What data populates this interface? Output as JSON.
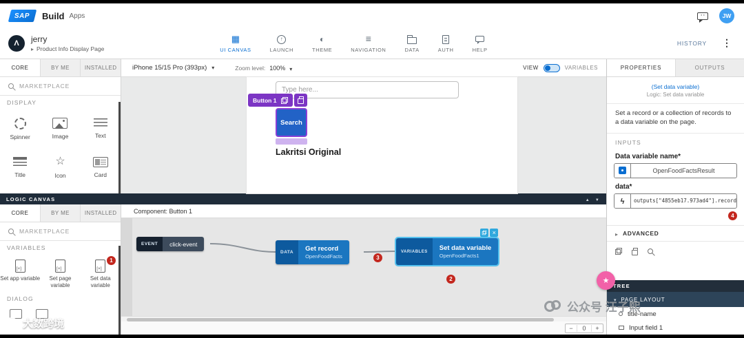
{
  "topbar": {
    "sap": "SAP",
    "build": "Build",
    "apps": "Apps",
    "avatar": "JW"
  },
  "header": {
    "project": "jerry",
    "breadcrumb": "Product Info Display Page",
    "nav": [
      {
        "label": "UI CANVAS"
      },
      {
        "label": "LAUNCH"
      },
      {
        "label": "THEME"
      },
      {
        "label": "NAVIGATION"
      },
      {
        "label": "DATA"
      },
      {
        "label": "AUTH"
      },
      {
        "label": "HELP"
      }
    ],
    "history": "HISTORY"
  },
  "palette": {
    "tabs": [
      "CORE",
      "BY ME",
      "INSTALLED"
    ],
    "search": "MARKETPLACE",
    "display_header": "DISPLAY",
    "components": [
      {
        "label": "Spinner"
      },
      {
        "label": "Image"
      },
      {
        "label": "Text"
      },
      {
        "label": "Title"
      },
      {
        "label": "Icon"
      },
      {
        "label": "Card"
      }
    ]
  },
  "logic_panel": {
    "header": "LOGIC CANVAS",
    "tabs": [
      "CORE",
      "BY ME",
      "INSTALLED"
    ],
    "search": "MARKETPLACE",
    "variables_header": "VARIABLES",
    "items": [
      {
        "label": "Set app variable"
      },
      {
        "label": "Set page variable"
      },
      {
        "label": "Set data variable",
        "badge": "1"
      }
    ],
    "dialog_header": "DIALOG"
  },
  "canvas_toolbar": {
    "device": "iPhone 15/15 Pro (393px)",
    "zoom_label": "Zoom level:",
    "zoom_value": "100%",
    "view": "VIEW",
    "variables": "VARIABLES"
  },
  "phone": {
    "input_placeholder": "Type here...",
    "chip": "Button 1",
    "button": "Search",
    "product": "Lakritsi Original"
  },
  "flow": {
    "header": "Component: Button 1",
    "event": {
      "tag": "EVENT",
      "label": "click-event"
    },
    "data_node": {
      "tag": "DATA",
      "title": "Get record",
      "subtitle": "OpenFoodFacts",
      "badge": "3"
    },
    "vars_node": {
      "tag": "VARIABLES",
      "title": "Set data variable",
      "subtitle": "OpenFoodFacts1",
      "badge": "2"
    },
    "zoom": {
      "minus": "−",
      "value": "0",
      "plus": "+"
    }
  },
  "inspector": {
    "tabs": [
      "PROPERTIES",
      "OUTPUTS"
    ],
    "link": "(Set data variable)",
    "subtitle": "Logic: Set data variable",
    "description": "Set a record or a collection of records to a data variable on the page.",
    "inputs_header": "INPUTS",
    "field1": {
      "label": "Data variable name*",
      "value": "OpenFoodFactsResult"
    },
    "field2": {
      "label": "data*",
      "value": "outputs[\"4855eb17.973ad4\"].record",
      "badge": "4"
    },
    "advanced": "ADVANCED",
    "tree_header": "TREE",
    "tree": [
      {
        "label": "PAGE LAYOUT"
      },
      {
        "label": "title-name"
      },
      {
        "label": "Input field 1"
      }
    ]
  },
  "colors": {
    "accent": "#0a6ed1",
    "node_blue": "#1b76c0",
    "badge_red": "#c3271e",
    "select_purple": "#8a3fd6"
  },
  "watermarks": {
    "left": "大数跨境",
    "right": "公众号 汪子熙"
  }
}
